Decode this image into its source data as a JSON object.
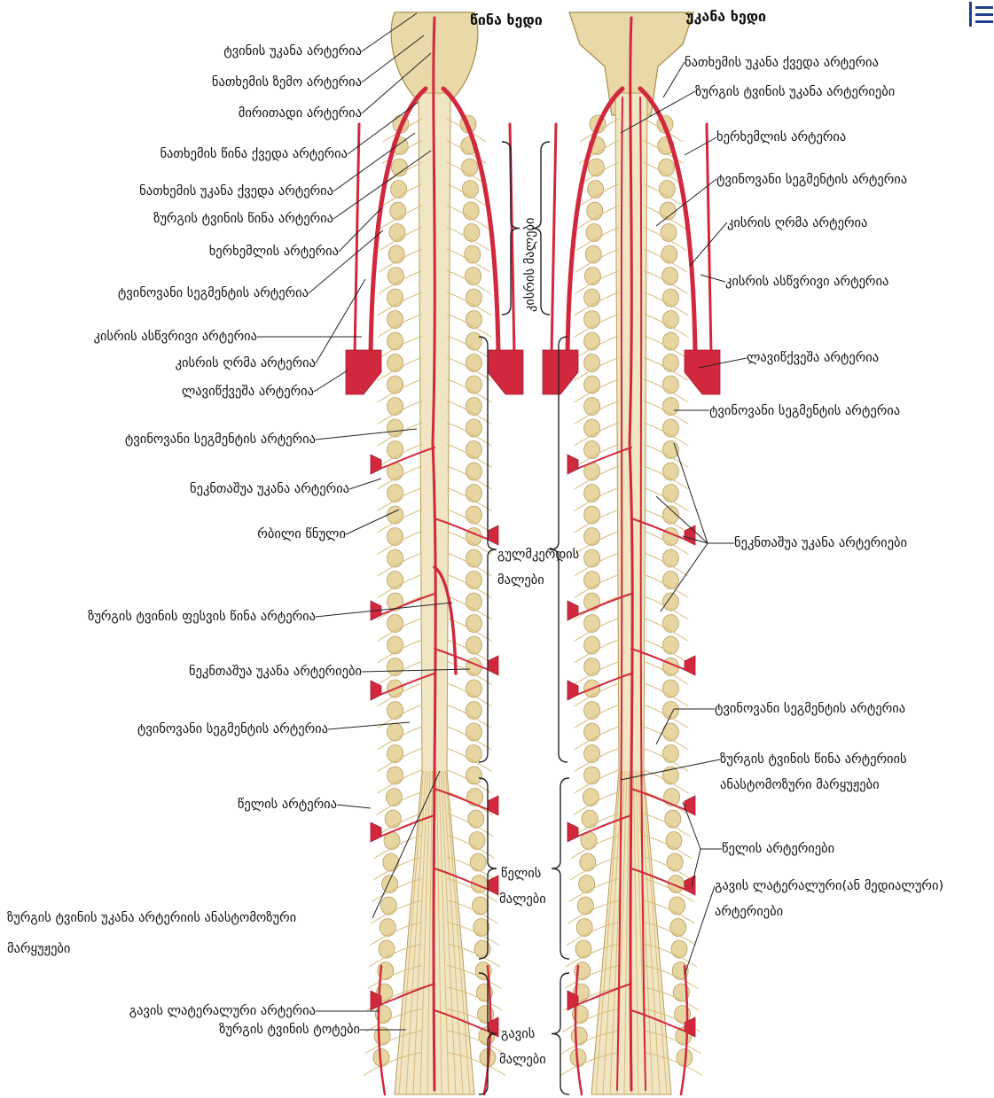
{
  "titles": {
    "anterior": "წინა ხედი",
    "posterior": "უკანა ხედი"
  },
  "left_labels": [
    {
      "text": "ტვინის უკანა არტერია"
    },
    {
      "text": "ნათხემის ზემო არტერია"
    },
    {
      "text": "მირითადი არტერია"
    },
    {
      "text": "ნათხემის წინა ქვედა არტერია"
    },
    {
      "text": "ნათხემის უკანა ქვედა არტერია"
    },
    {
      "text": "ზურგის ტვინის წინა არტერია"
    },
    {
      "text": "ხერხემლის არტერია"
    },
    {
      "text": "ტვინოვანი  სეგმენტის არტერია"
    },
    {
      "text": "კისრის ასწვრივი არტერია"
    },
    {
      "text": "კისრის ღრმა არტერია"
    },
    {
      "text": "ლავიწქვეშა არტერია"
    },
    {
      "text": "ტვინოვანი  სეგმენტის არტერია"
    },
    {
      "text": "ნეკნთაშუა უკანა არტერია"
    },
    {
      "text": "რბილი წნული"
    },
    {
      "text": "ზურგის ტვინის ფესვის წინა არტერია"
    },
    {
      "text": "ნეკნთაშუა უკანა არტერიები"
    },
    {
      "text": "ტვინოვანი  სეგმენტის არტერია"
    },
    {
      "text": "წელის არტერია"
    },
    {
      "text": "ზურგის ტვინის უკანა არტერიის ანასტომოზური"
    },
    {
      "text": "მარყუჟები"
    },
    {
      "text": "გავის ლატერალური არტერია"
    },
    {
      "text": "ზურგის ტვინის ტოტები"
    }
  ],
  "right_labels": [
    {
      "text": "ნათხემის უკანა ქვედა არტერია"
    },
    {
      "text": "ზურგის ტვინის უკანა არტერიები"
    },
    {
      "text": "ხერხემლის არტერია"
    },
    {
      "text": "ტვინოვანი  სეგმენტის არტერია"
    },
    {
      "text": "კისრის ღრმა არტერია"
    },
    {
      "text": "კისრის ასწვრივი არტერია"
    },
    {
      "text": "ლავიწქვეშა არტერია"
    },
    {
      "text": "ტვინოვანი  სეგმენტის არტერია"
    },
    {
      "text": "ნეკნთაშუა უკანა არტერიები"
    },
    {
      "text": "ტვინოვანი  სეგმენტის არტერია"
    },
    {
      "text": "ზურგის ტვინის წინა არტერიის"
    },
    {
      "text": "ანასტომოზური მარყუჟები"
    },
    {
      "text": "წელის არტერიები"
    },
    {
      "text": "გავის ლატერალური(ან მედიალური)"
    },
    {
      "text": "არტერიები"
    }
  ],
  "regions": {
    "cervical": "კისრის მალები",
    "thoracic_line1": "გულმკერდის",
    "thoracic_line2": "მალები",
    "lumbar_line1": "წელის",
    "lumbar_line2": "მალები",
    "sacral_line1": "გავის",
    "sacral_line2": "მალები"
  },
  "menu_icon": "hamburger-menu-icon",
  "colors": {
    "artery": "#d2283d",
    "cord": "#f1e6c4",
    "vertebra": "#e8d6a2",
    "menu": "#1f3f8c"
  }
}
